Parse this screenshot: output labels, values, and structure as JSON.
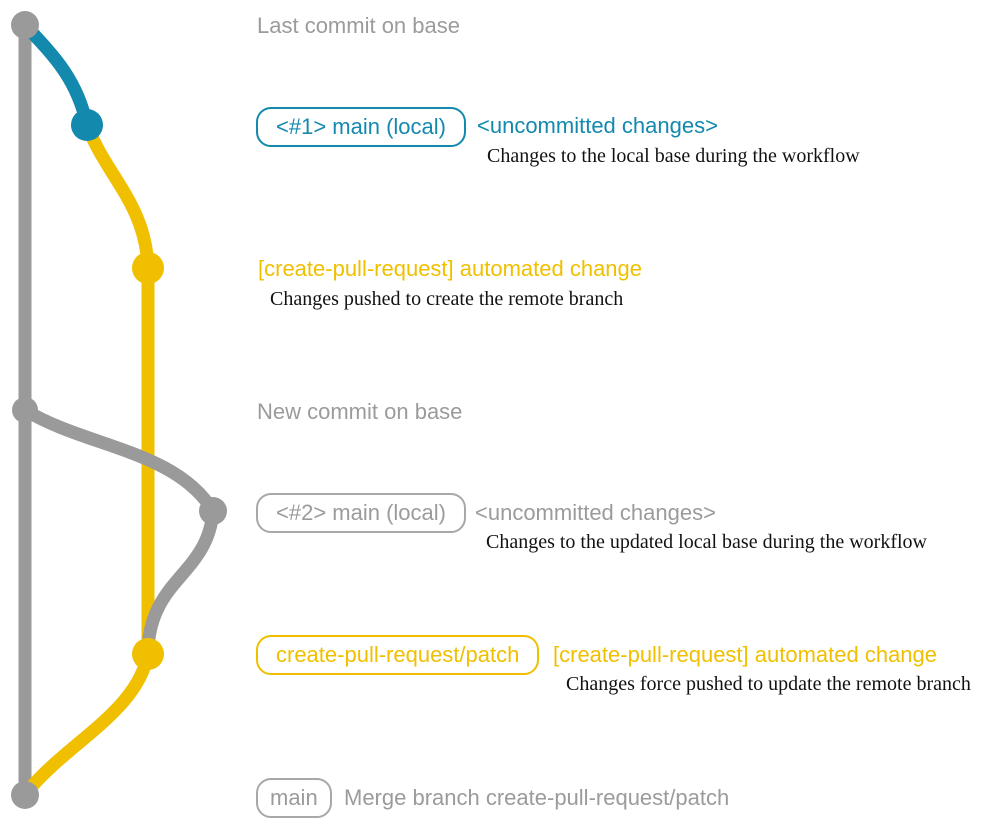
{
  "colors": {
    "bg": "#ffffff",
    "gray": "#9a9a9a",
    "grayText": "#9b9b9b",
    "grayBorder": "#a8a8a8",
    "teal": "#1489ae",
    "yellow": "#f0c000",
    "caption": "#121212"
  },
  "graph": {
    "type": "git-commit-graph",
    "branches": [
      {
        "name": "base",
        "color": "#9a9a9a"
      },
      {
        "name": "main (local)",
        "color": "#1489ae"
      },
      {
        "name": "create-pull-request/patch",
        "color": "#f0c000"
      }
    ],
    "commits": [
      {
        "label": "Last commit on base",
        "branch": "base"
      },
      {
        "label": "<#1> main (local) <uncommitted changes>",
        "branch": "main (local)"
      },
      {
        "label": "[create-pull-request] automated change",
        "branch": "create-pull-request/patch"
      },
      {
        "label": "New commit on base",
        "branch": "base"
      },
      {
        "label": "<#2> main (local) <uncommitted changes>",
        "branch": "main (local)"
      },
      {
        "label": "[create-pull-request] automated change (force pushed)",
        "branch": "create-pull-request/patch"
      },
      {
        "label": "Merge branch create-pull-request/patch",
        "branch": "base"
      }
    ]
  },
  "rows": {
    "last_commit": {
      "text": "Last commit on base"
    },
    "row1": {
      "box_label": "<#1> main (local)",
      "heading": "<uncommitted changes>",
      "caption": "Changes to the local base during the workflow"
    },
    "row2": {
      "heading": "[create-pull-request] automated change",
      "caption": "Changes pushed to create the remote branch"
    },
    "new_commit": {
      "text": "New commit on base"
    },
    "row3": {
      "box_label": "<#2> main (local)",
      "heading": "<uncommitted changes>",
      "caption": "Changes to the updated local base during the workflow"
    },
    "row4": {
      "box_label": "create-pull-request/patch",
      "heading": "[create-pull-request] automated change",
      "caption": "Changes force pushed to update the remote branch"
    },
    "merge": {
      "box_label": "main",
      "heading": "Merge branch create-pull-request/patch"
    }
  }
}
